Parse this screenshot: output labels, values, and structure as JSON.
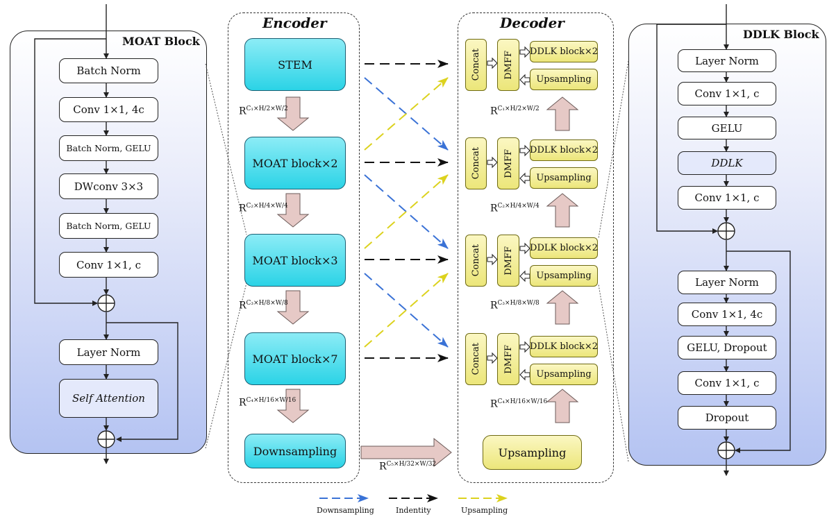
{
  "moat": {
    "title": "MOAT Block",
    "batch_norm": "Batch Norm",
    "conv1": "Conv 1×1, 4c",
    "bn_gelu_1": "Batch Norm, GELU",
    "dwconv": "DWconv 3×3",
    "bn_gelu_2": "Batch Norm, GELU",
    "conv2": "Conv 1×1, c",
    "layer_norm": "Layer Norm",
    "self_attention": "Self Attention"
  },
  "encoder": {
    "title": "Encoder",
    "stem": "STEM",
    "moat2": "MOAT block×2",
    "moat3": "MOAT block×3",
    "moat7": "MOAT block×7",
    "downsampling": "Downsampling",
    "res1": {
      "base": "R",
      "sup": "C₁×H/2×W/2"
    },
    "res2": {
      "base": "R",
      "sup": "C₂×H/4×W/4"
    },
    "res3": {
      "base": "R",
      "sup": "C₃×H/8×W/8"
    },
    "res4": {
      "base": "R",
      "sup": "C₄×H/16×W/16"
    },
    "res5": {
      "base": "R",
      "sup": "C₅×H/32×W/32"
    }
  },
  "decoder": {
    "title": "Decoder",
    "concat": "Concat",
    "dmff": "DMFF",
    "ddlk_block": "DDLK block×2",
    "upsampling": "Upsampling",
    "bottom_upsampling": "Upsampling",
    "res1": {
      "base": "R",
      "sup": "C₁×H/2×W/2"
    },
    "res2": {
      "base": "R",
      "sup": "C₂×H/4×W/4"
    },
    "res3": {
      "base": "R",
      "sup": "C₃×H/8×W/8"
    },
    "res4": {
      "base": "R",
      "sup": "C₄×H/16×W/16"
    }
  },
  "ddlk": {
    "title": "DDLK Block",
    "layer_norm1": "Layer Norm",
    "conv1": "Conv 1×1, c",
    "gelu": "GELU",
    "ddlk": "DDLK",
    "conv2": "Conv 1×1, c",
    "layer_norm2": "Layer Norm",
    "conv3": "Conv 1×1, 4c",
    "gelu_dropout": "GELU, Dropout",
    "conv4": "Conv 1×1, c",
    "dropout": "Dropout"
  },
  "legend": {
    "downsampling": "Downsampling",
    "identity": "Indentity",
    "upsampling": "Upsampling"
  },
  "colors": {
    "downsampling_arrow": "#3a72d6",
    "identity_arrow": "#111111",
    "upsampling_arrow": "#dcd21e",
    "thick_arrow": "#e6c9c6"
  }
}
